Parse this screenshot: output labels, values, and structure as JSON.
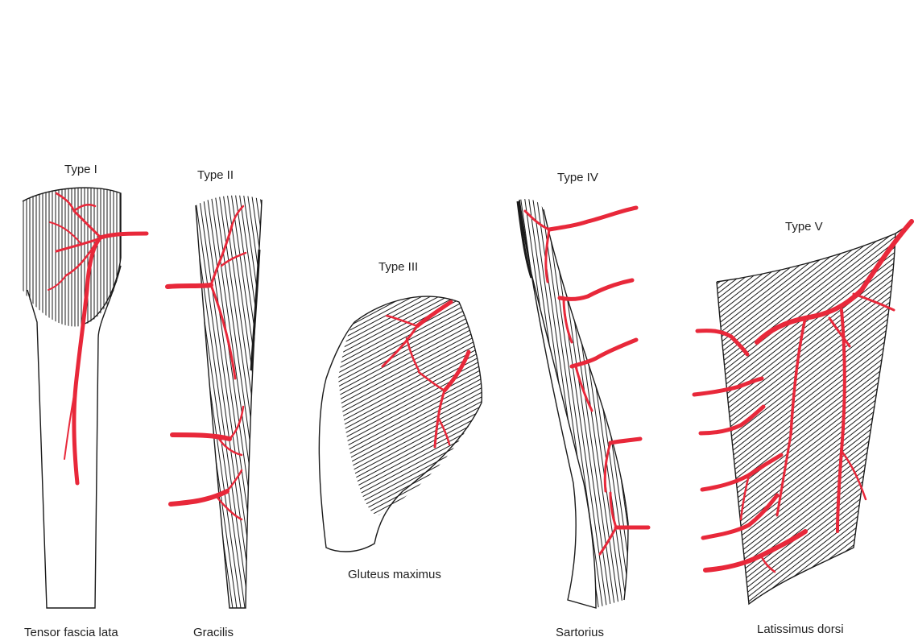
{
  "colors": {
    "artery": "#e8283a",
    "ink": "#1a1a1a",
    "background": "#ffffff"
  },
  "figures": [
    {
      "type_label": "Type I",
      "muscle_label": "Tensor fascia lata"
    },
    {
      "type_label": "Type II",
      "muscle_label": "Gracilis"
    },
    {
      "type_label": "Type III",
      "muscle_label": "Gluteus maximus"
    },
    {
      "type_label": "Type IV",
      "muscle_label": "Sartorius"
    },
    {
      "type_label": "Type V",
      "muscle_label": "Latissimus dorsi"
    }
  ]
}
